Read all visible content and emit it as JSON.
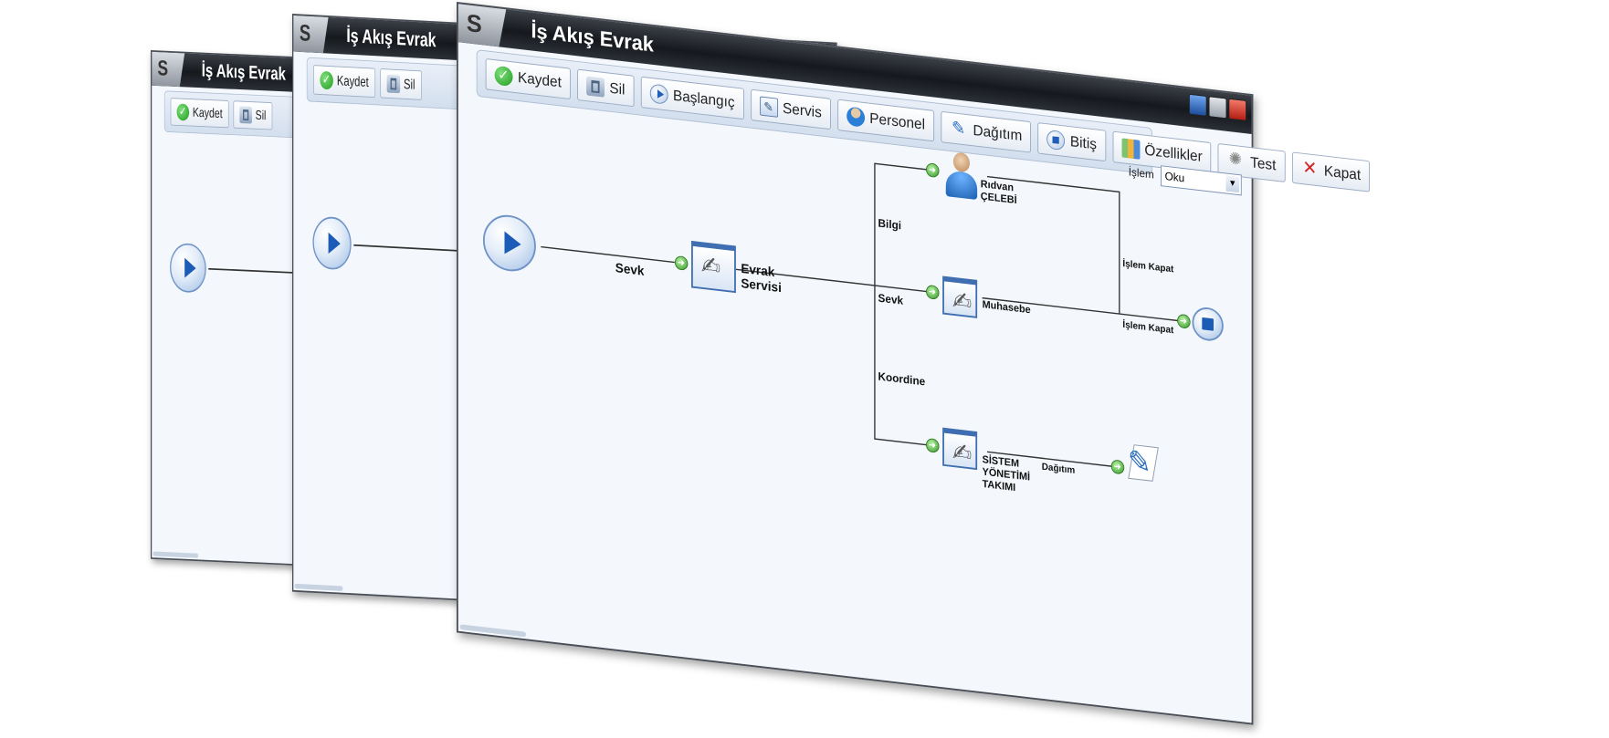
{
  "window": {
    "title": "İş Akış Evrak"
  },
  "toolbar": {
    "save_label": "Kaydet",
    "delete_label": "Sil",
    "start_label": "Başlangıç",
    "service_label": "Servis",
    "personnel_label": "Personel",
    "distribution_label": "Dağıtım",
    "end_label": "Bitiş",
    "properties_label": "Özellikler",
    "test_label": "Test",
    "close_label": "Kapat"
  },
  "operation": {
    "label": "İşlem",
    "value": "Oku"
  },
  "workflow": {
    "edge_sevk_1": "Sevk",
    "service_node_label": "Evrak Servisi",
    "edge_bilgi": "Bilgi",
    "edge_sevk_2": "Sevk",
    "edge_koordine": "Koordine",
    "person_node_label": "Rıdvan ÇELEBİ",
    "accounting_node_label": "Muhasebe",
    "system_node_label": "SİSTEM YÖNETİMİ TAKIMI",
    "edge_islem_kapat_1": "İşlem Kapat",
    "edge_islem_kapat_2": "İşlem Kapat",
    "edge_dagitim": "Dağıtım"
  },
  "icons": {
    "logo": "app-logo-icon",
    "save": "check-icon",
    "delete": "trash-icon",
    "start": "play-icon",
    "service": "document-icon",
    "personnel": "person-icon",
    "distribution": "pen-icon",
    "end": "stop-icon",
    "properties": "chart-icon",
    "test": "gear-icon",
    "close": "close-icon"
  }
}
